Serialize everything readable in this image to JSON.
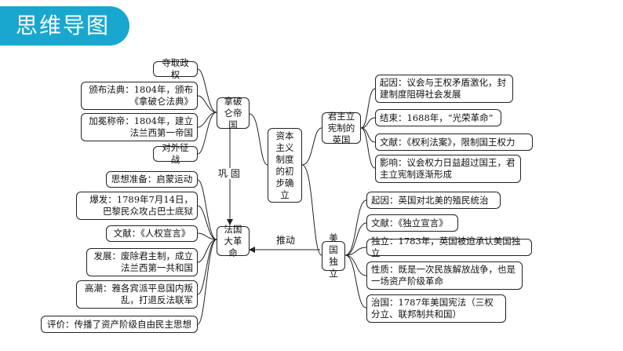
{
  "header": {
    "title": "思维导图"
  },
  "center": {
    "text": "资本主义制度的初步确立"
  },
  "napoleon": {
    "node": "拿破仑帝国",
    "items": [
      "夺取政权",
      "颁布法典：1804年，颁布《拿破仑法典》",
      "加冕称帝：1804年，建立法兰西第一帝国",
      "对外征战"
    ]
  },
  "france": {
    "node": "法国大革命",
    "items": [
      "思想准备：启蒙运动",
      "爆发：1789年7月14日，巴黎民众攻占巴士底狱",
      "文献：《人权宣言》",
      "发展：废除君主制，成立法兰西第一共和国",
      "高潮：雅各宾派平息国内叛乱，打退反法联军",
      "评价：传播了资产阶级自由民主思想"
    ]
  },
  "britain": {
    "node": "君主立宪制的英国",
    "items": [
      "起因：议会与王权矛盾激化，封建制度阻碍社会发展",
      "结束：1688年，“光荣革命”",
      "文献：《权利法案》，限制国王权力",
      "影响：议会权力日益超过国王，君主立宪制逐渐形成"
    ]
  },
  "usa": {
    "node": "美国独立",
    "items": [
      "起因：英国对北美的殖民统治",
      "文献：《独立宣言》",
      "独立：1783年，英国被迫承认美国独立",
      "性质：既是一次民族解放战争，也是一场资产阶级革命",
      "治国：1787年美国宪法（三权分立、联邦制共和国）"
    ]
  },
  "labels": {
    "consolidate": "巩 固",
    "promote": "推动"
  },
  "colors": {
    "banner": "#19a7d0",
    "line": "#222222"
  }
}
